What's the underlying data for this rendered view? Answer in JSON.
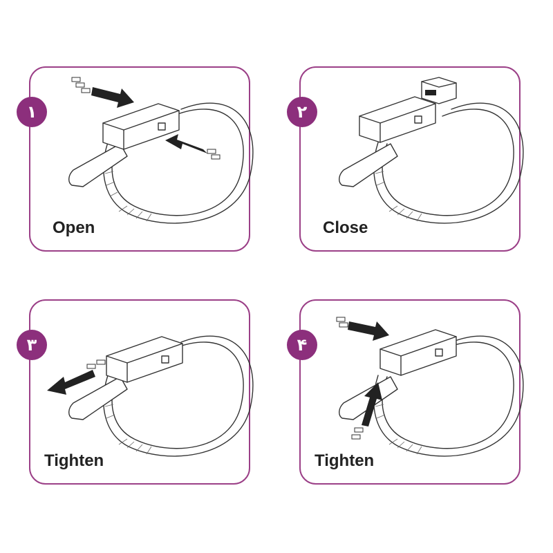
{
  "panels": [
    {
      "number": "١",
      "label": "Open"
    },
    {
      "number": "٢",
      "label": "Close"
    },
    {
      "number": "٣",
      "label": "Tighten"
    },
    {
      "number": "۴",
      "label": "Tighten"
    }
  ],
  "colors": {
    "accent": "#8c2f7c",
    "border": "#9b3f87"
  }
}
